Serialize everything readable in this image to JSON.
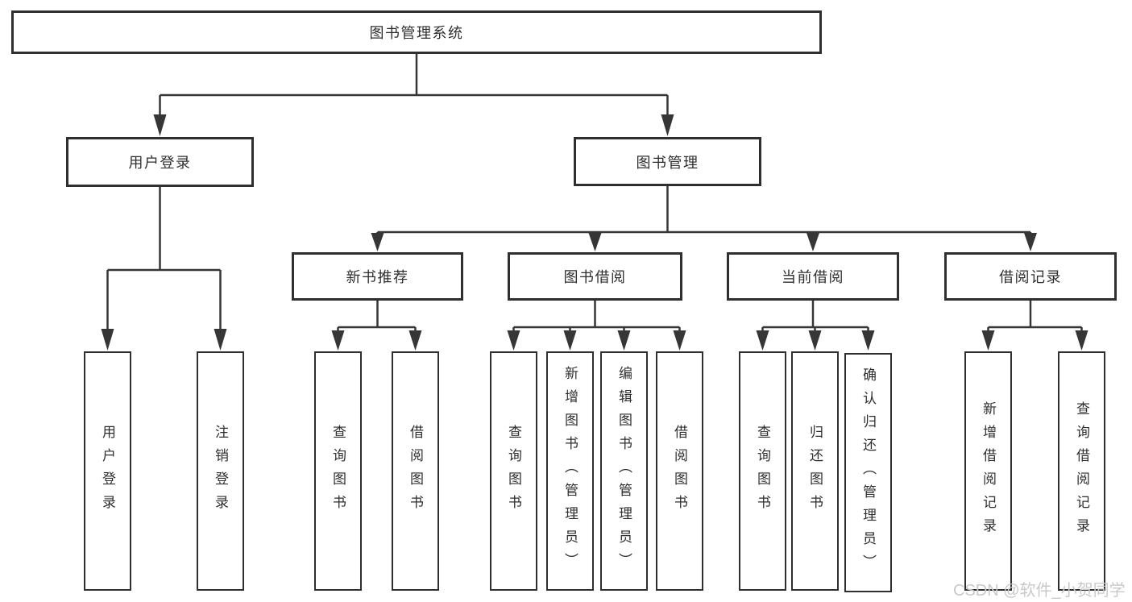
{
  "diagram": {
    "root_label": "图书管理系统",
    "branches": [
      {
        "label": "用户登录",
        "children": [
          {
            "label": "用户登录"
          },
          {
            "label": "注销登录"
          }
        ]
      },
      {
        "label": "图书管理",
        "children": [
          {
            "label": "新书推荐",
            "children": [
              {
                "label": "查询图书"
              },
              {
                "label": "借阅图书"
              }
            ]
          },
          {
            "label": "图书借阅",
            "children": [
              {
                "label": "查询图书"
              },
              {
                "label": "新增图书（管理员）"
              },
              {
                "label": "编辑图书（管理员）"
              },
              {
                "label": "借阅图书"
              }
            ]
          },
          {
            "label": "当前借阅",
            "children": [
              {
                "label": "查询图书"
              },
              {
                "label": "归还图书"
              },
              {
                "label": "确认归还（管理员）"
              }
            ]
          },
          {
            "label": "借阅记录",
            "children": [
              {
                "label": "新增借阅记录"
              },
              {
                "label": "查询借阅记录"
              }
            ]
          }
        ]
      }
    ]
  },
  "watermark": {
    "text": "CSDN @软件_小贺同学"
  },
  "colors": {
    "line": "#363636",
    "box_border": "#2f2f2f",
    "text": "#2e2e2e",
    "watermark": "#c9c9c9"
  }
}
